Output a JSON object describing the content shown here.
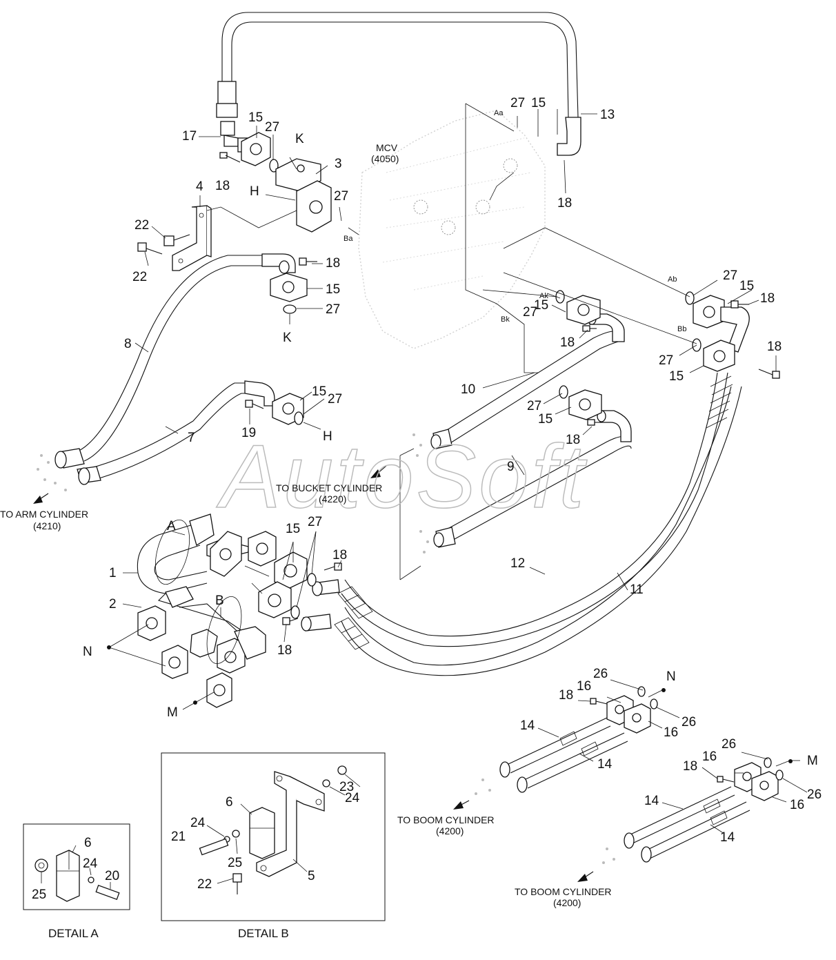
{
  "watermark": "AutoSoft",
  "mcv": {
    "name": "MCV",
    "code": "(4050)"
  },
  "destinations": {
    "arm": {
      "name": "TO ARM CYLINDER",
      "code": "(4210)"
    },
    "bucket": {
      "name": "TO BUCKET CYLINDER",
      "code": "(4220)"
    },
    "boom1": {
      "name": "TO BOOM CYLINDER",
      "code": "(4200)"
    },
    "boom2": {
      "name": "TO BOOM CYLINDER",
      "code": "(4200)"
    }
  },
  "ports": {
    "Aa": "Aa",
    "Ba": "Ba",
    "Ak": "Ak",
    "Bk": "Bk",
    "Ab": "Ab",
    "Bb": "Bb"
  },
  "refs": {
    "K": "K",
    "H": "H",
    "A": "A",
    "B": "B",
    "N": "N",
    "M": "M"
  },
  "details": {
    "a": "DETAIL A",
    "b": "DETAIL B"
  },
  "part_numbers": {
    "p1": "1",
    "p2": "2",
    "p3": "3",
    "p4": "4",
    "p5": "5",
    "p6": "6",
    "p7": "7",
    "p8": "8",
    "p9": "9",
    "p10": "10",
    "p11": "11",
    "p12": "12",
    "p13": "13",
    "p14": "14",
    "p15": "15",
    "p16": "16",
    "p17": "17",
    "p18": "18",
    "p19": "19",
    "p20": "20",
    "p21": "21",
    "p22": "22",
    "p23": "23",
    "p24": "24",
    "p25": "25",
    "p26": "26",
    "p27": "27"
  }
}
